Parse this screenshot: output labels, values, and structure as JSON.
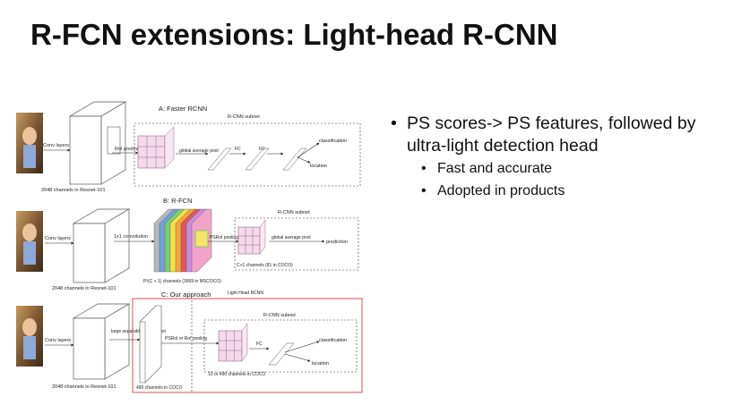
{
  "slide_title": "R-FCN extensions: Light-head R-CNN",
  "bullets": [
    {
      "text": "PS scores-> PS features, followed by ultra-light detection head",
      "level": 1
    },
    {
      "text": "Fast and accurate",
      "level": 2
    },
    {
      "text": "Adopted in products",
      "level": 2
    }
  ],
  "diagram": {
    "panel_a": {
      "title": "A: Faster RCNN",
      "conv_label": "Conv layers",
      "channels_label": "2048 channels in Resnet-101",
      "roi_label": "RoI pooling",
      "gap_label": "global average pool",
      "subnet_label": "R-CNN subnet",
      "fc1": "FC",
      "fc2": "FC",
      "classification": "classification",
      "location": "location"
    },
    "panel_b": {
      "title": "B: R-FCN",
      "conv_label": "Conv layers",
      "conv1x1_label": "1x1 convolution",
      "channels_label": "2048 channels in Resnet-101",
      "psroi_label": "PSRoI pooling",
      "gap_label": "global average pool",
      "subnet_label": "R-CNN subnet",
      "prediction": "prediction",
      "score_channels": "P²(C + 1)  channels (3969 in MSCOCO)",
      "cplus1": "C+1 channels (81 in COCO)",
      "stripe_colors": [
        "#b8b8b8",
        "#6fa0e0",
        "#7ccf6a",
        "#f4e24a",
        "#f5a53c",
        "#e15757",
        "#c88de0",
        "#f2a3c7"
      ]
    },
    "panel_c": {
      "title": "C: Our approach",
      "light_head": "Light Head RCNN",
      "conv_label": "Conv layers",
      "sep_conv": "large separable convolution",
      "channels_label": "2048 channels in Resnet-101",
      "coco490": "490 channels in COCO",
      "psroi_label": "PSRoI or RoI pooling",
      "subnet_label": "R-CNN subnet",
      "fc": "FC",
      "classification": "classification",
      "location": "location",
      "small_channels": "10  or 490 channels in COCO",
      "border_color": "#d9534f"
    }
  }
}
